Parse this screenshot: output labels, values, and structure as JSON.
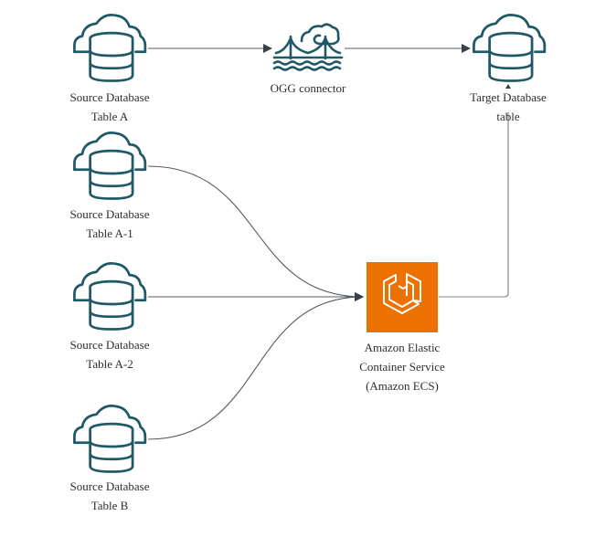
{
  "diagram": {
    "colors": {
      "icon_stroke": "#1f5967",
      "edge": "#555b61",
      "ecs_fill": "#ED7100",
      "label_text": "#2e2e2e"
    },
    "nodes": {
      "source_a": {
        "icon": "cloud-database-icon",
        "line1": "Source Database",
        "line2": "Table A"
      },
      "source_a1": {
        "icon": "cloud-database-icon",
        "line1": "Source Database",
        "line2": "Table A-1"
      },
      "source_a2": {
        "icon": "cloud-database-icon",
        "line1": "Source Database",
        "line2": "Table A-2"
      },
      "source_b": {
        "icon": "cloud-database-icon",
        "line1": "Source Database",
        "line2": "Table B"
      },
      "ogg": {
        "icon": "bridge-cloud-icon",
        "line1": "OGG connector"
      },
      "target": {
        "icon": "cloud-database-icon",
        "line1": "Target Database",
        "line2": "table"
      },
      "ecs": {
        "icon": "ecs-icon",
        "line1": "Amazon Elastic",
        "line2": "Container Service",
        "line3": "(Amazon ECS)"
      }
    },
    "edges": [
      {
        "from": "Source Database Table A",
        "to": "OGG connector"
      },
      {
        "from": "OGG connector",
        "to": "Target Database table"
      },
      {
        "from": "Source Database Table A-1",
        "to": "Amazon ECS"
      },
      {
        "from": "Source Database Table A-2",
        "to": "Amazon ECS"
      },
      {
        "from": "Source Database Table B",
        "to": "Amazon ECS"
      },
      {
        "from": "Amazon ECS",
        "to": "Target Database table"
      }
    ]
  }
}
